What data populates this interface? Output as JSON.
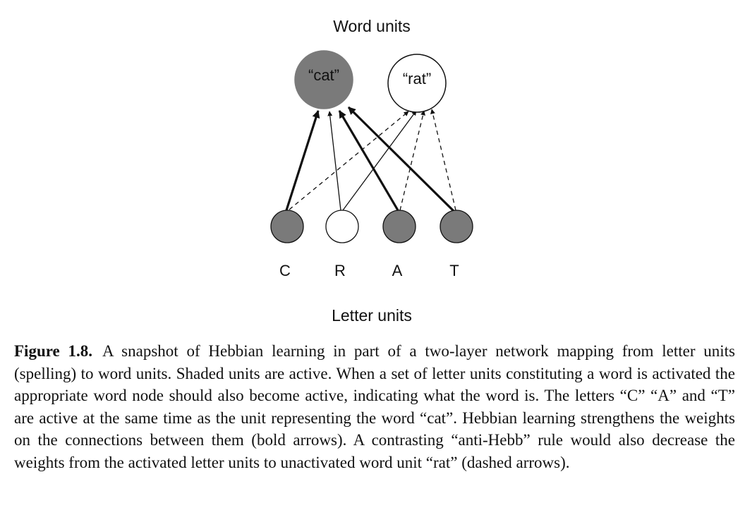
{
  "labels": {
    "top": "Word units",
    "bottom": "Letter units"
  },
  "word_units": [
    {
      "id": "cat",
      "label": "“cat”",
      "active": true
    },
    {
      "id": "rat",
      "label": "“rat”",
      "active": false
    }
  ],
  "letter_units": [
    {
      "id": "C",
      "label": "C",
      "active": true
    },
    {
      "id": "R",
      "label": "R",
      "active": false
    },
    {
      "id": "A",
      "label": "A",
      "active": true
    },
    {
      "id": "T",
      "label": "T",
      "active": true
    }
  ],
  "connections": [
    {
      "from": "C",
      "to": "cat",
      "style": "bold"
    },
    {
      "from": "R",
      "to": "cat",
      "style": "thin"
    },
    {
      "from": "A",
      "to": "cat",
      "style": "bold"
    },
    {
      "from": "T",
      "to": "cat",
      "style": "bold"
    },
    {
      "from": "C",
      "to": "rat",
      "style": "dashed"
    },
    {
      "from": "R",
      "to": "rat",
      "style": "thin"
    },
    {
      "from": "A",
      "to": "rat",
      "style": "dashed"
    },
    {
      "from": "T",
      "to": "rat",
      "style": "dashed"
    }
  ],
  "colors": {
    "active_fill": "#7a7a7a",
    "inactive_fill": "#ffffff",
    "stroke": "#111111"
  },
  "caption": {
    "label": "Figure 1.8.",
    "text": "A snapshot of Hebbian learning in part of a two-layer network mapping from letter units (spelling) to word units. Shaded units are active. When a set of letter units constituting a word is activated the appropriate word node should also become active, indicating what the word is. The letters “C” “A” and “T” are active at the same time as the unit representing the word “cat”. Hebbian learning strengthens the weights on the connections between them (bold arrows). A contrasting “anti-Hebb” rule would also decrease the weights from the activated letter units to unactivated word unit “rat” (dashed arrows)."
  }
}
